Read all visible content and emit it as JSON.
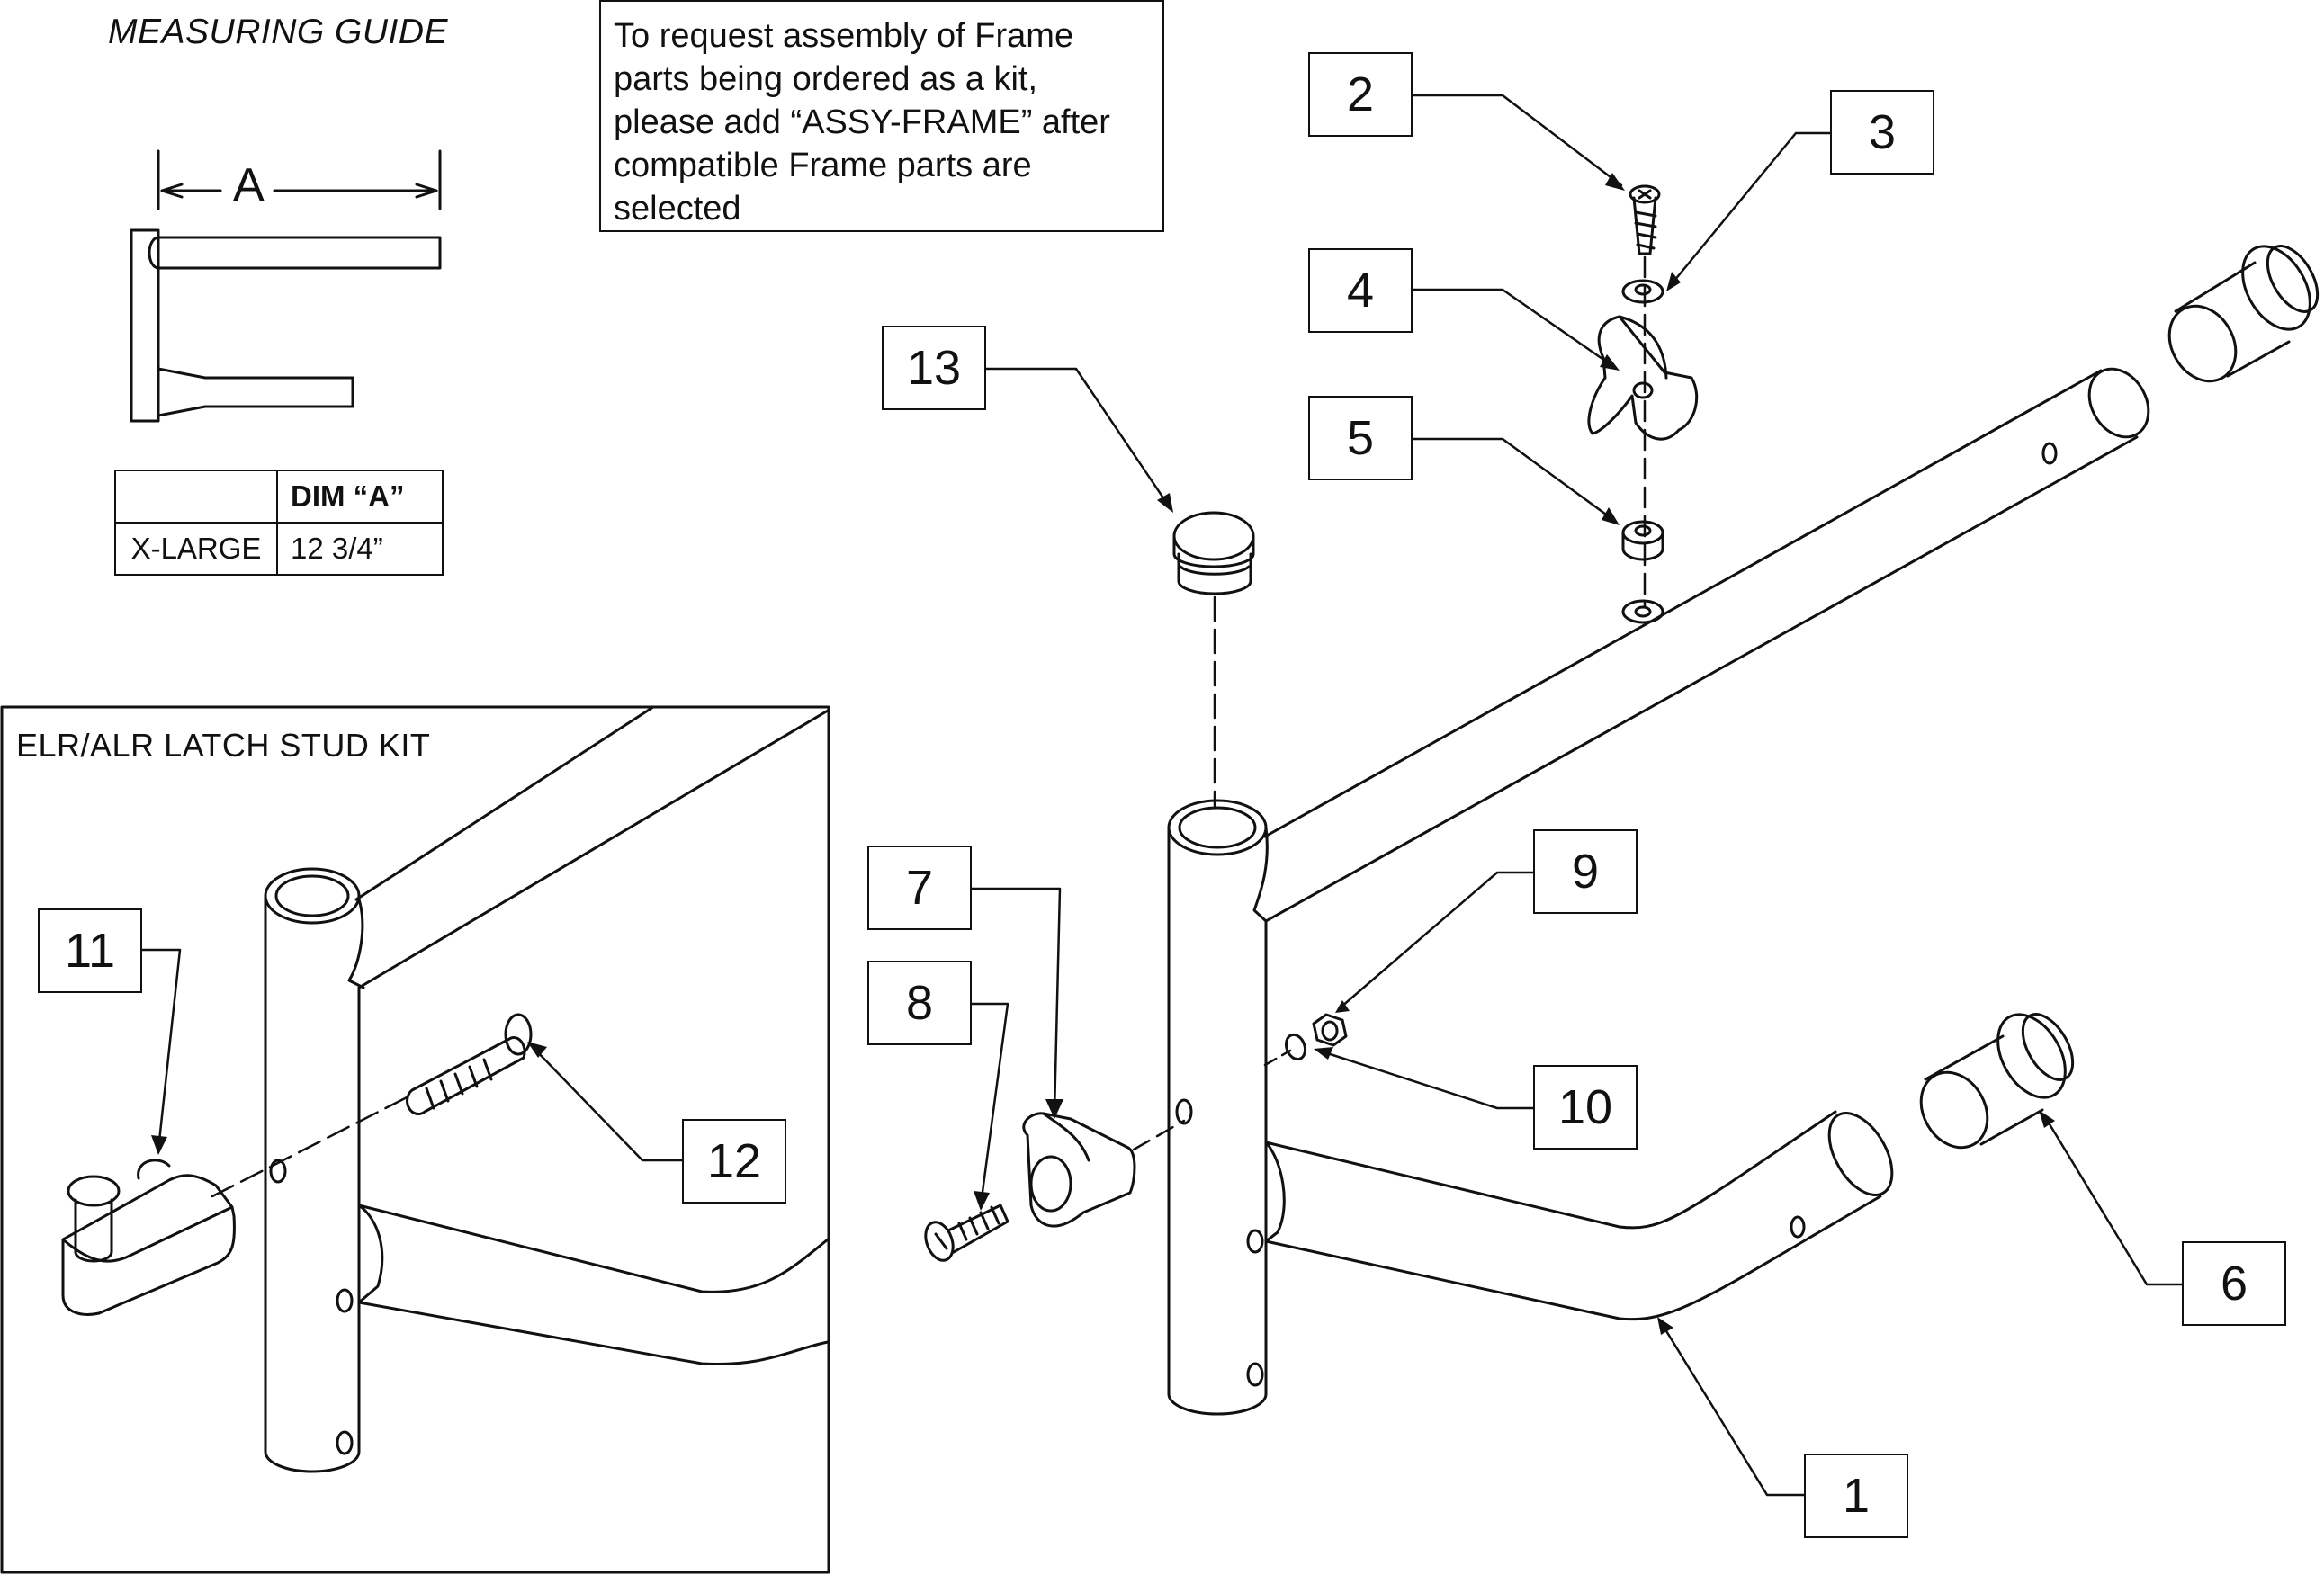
{
  "measuring_guide": {
    "title": "MEASURING GUIDE",
    "dimension_letter": "A",
    "table": {
      "header": [
        "",
        "DIM “A”"
      ],
      "rows": [
        [
          "X-LARGE",
          "12 3/4”"
        ]
      ]
    }
  },
  "note": {
    "lines": [
      "To request assembly of Frame",
      "parts being ordered as a kit,",
      "please add “ASSY-FRAME” after",
      "compatible Frame parts are",
      "selected"
    ]
  },
  "kit": {
    "title": "ELR/ALR LATCH STUD KIT"
  },
  "callouts": [
    "1",
    "2",
    "3",
    "4",
    "5",
    "6",
    "7",
    "8",
    "9",
    "10",
    "11",
    "12",
    "13"
  ]
}
